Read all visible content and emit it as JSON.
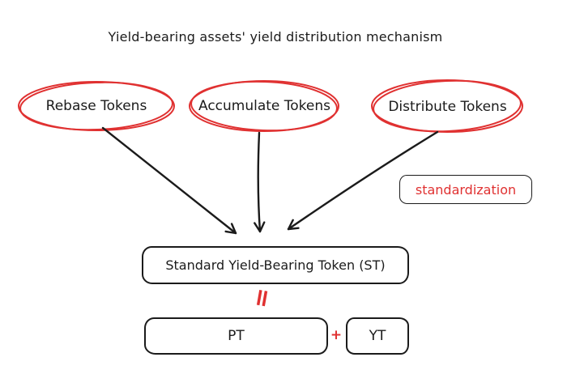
{
  "title": "Yield-bearing assets' yield distribution mechanism",
  "colors": {
    "red": "#e03131",
    "ink": "#1b1b1b",
    "background": "#ffffff"
  },
  "source_nodes": [
    {
      "label": "Rebase Tokens"
    },
    {
      "label": "Accumulate Tokens"
    },
    {
      "label": "Distribute Tokens"
    }
  ],
  "annotation_box": {
    "label": "standardization"
  },
  "st_box": {
    "label": "Standard Yield-Bearing Token (ST)"
  },
  "equation": {
    "equals": "=",
    "pt": "PT",
    "plus": "+",
    "yt": "YT"
  }
}
